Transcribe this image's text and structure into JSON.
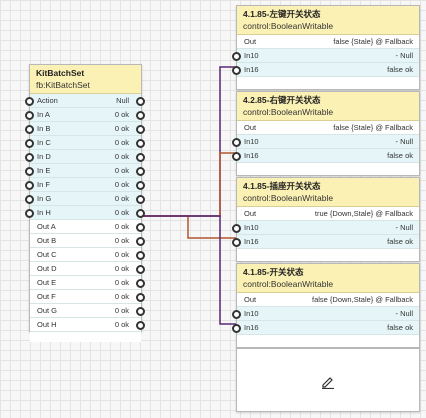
{
  "kit": {
    "title": "KitBatchSet",
    "type": "fb:KitBatchSet",
    "inputs": [
      {
        "label": "Action",
        "value": "Null"
      },
      {
        "label": "In A",
        "value": "0 ok"
      },
      {
        "label": "In B",
        "value": "0 ok"
      },
      {
        "label": "In C",
        "value": "0 ok"
      },
      {
        "label": "In D",
        "value": "0 ok"
      },
      {
        "label": "In E",
        "value": "0 ok"
      },
      {
        "label": "In F",
        "value": "0 ok"
      },
      {
        "label": "In G",
        "value": "0 ok"
      },
      {
        "label": "In H",
        "value": "0 ok"
      }
    ],
    "outputs": [
      {
        "label": "Out A",
        "value": "0 ok"
      },
      {
        "label": "Out B",
        "value": "0 ok"
      },
      {
        "label": "Out C",
        "value": "0 ok"
      },
      {
        "label": "Out D",
        "value": "0 ok"
      },
      {
        "label": "Out E",
        "value": "0 ok"
      },
      {
        "label": "Out F",
        "value": "0 ok"
      },
      {
        "label": "Out G",
        "value": "0 ok"
      },
      {
        "label": "Out H",
        "value": "0 ok"
      }
    ]
  },
  "writables": [
    {
      "title": "4.1.85-左键开关状态",
      "type": "control:BooleanWritable",
      "out_label": "Out",
      "out_value": "false {Stale} @ Fallback",
      "in10_label": "In10",
      "in10_value": "- Null",
      "in16_label": "In16",
      "in16_value": "false ok"
    },
    {
      "title": "4.2.85-右键开关状态",
      "type": "control:BooleanWritable",
      "out_label": "Out",
      "out_value": "false {Stale} @ Fallback",
      "in10_label": "In10",
      "in10_value": "- Null",
      "in16_label": "In16",
      "in16_value": "false ok"
    },
    {
      "title": "4.1.85-插座开关状态",
      "type": "control:BooleanWritable",
      "out_label": "Out",
      "out_value": "true {Down,Stale} @ Fallback",
      "in10_label": "In10",
      "in10_value": "- Null",
      "in16_label": "In16",
      "in16_value": "false ok"
    },
    {
      "title": "4.1.85-开关状态",
      "type": "control:BooleanWritable",
      "out_label": "Out",
      "out_value": "false {Down,Stale} @ Fallback",
      "in10_label": "In10",
      "in10_value": "- Null",
      "in16_label": "In16",
      "in16_value": "false ok"
    }
  ],
  "edit_icon": "pencil-icon",
  "colors": {
    "wire_purple": "#5a2a78",
    "wire_brown": "#b0562e",
    "header": "#fbf1b4",
    "input_row": "#e6f6f8"
  }
}
